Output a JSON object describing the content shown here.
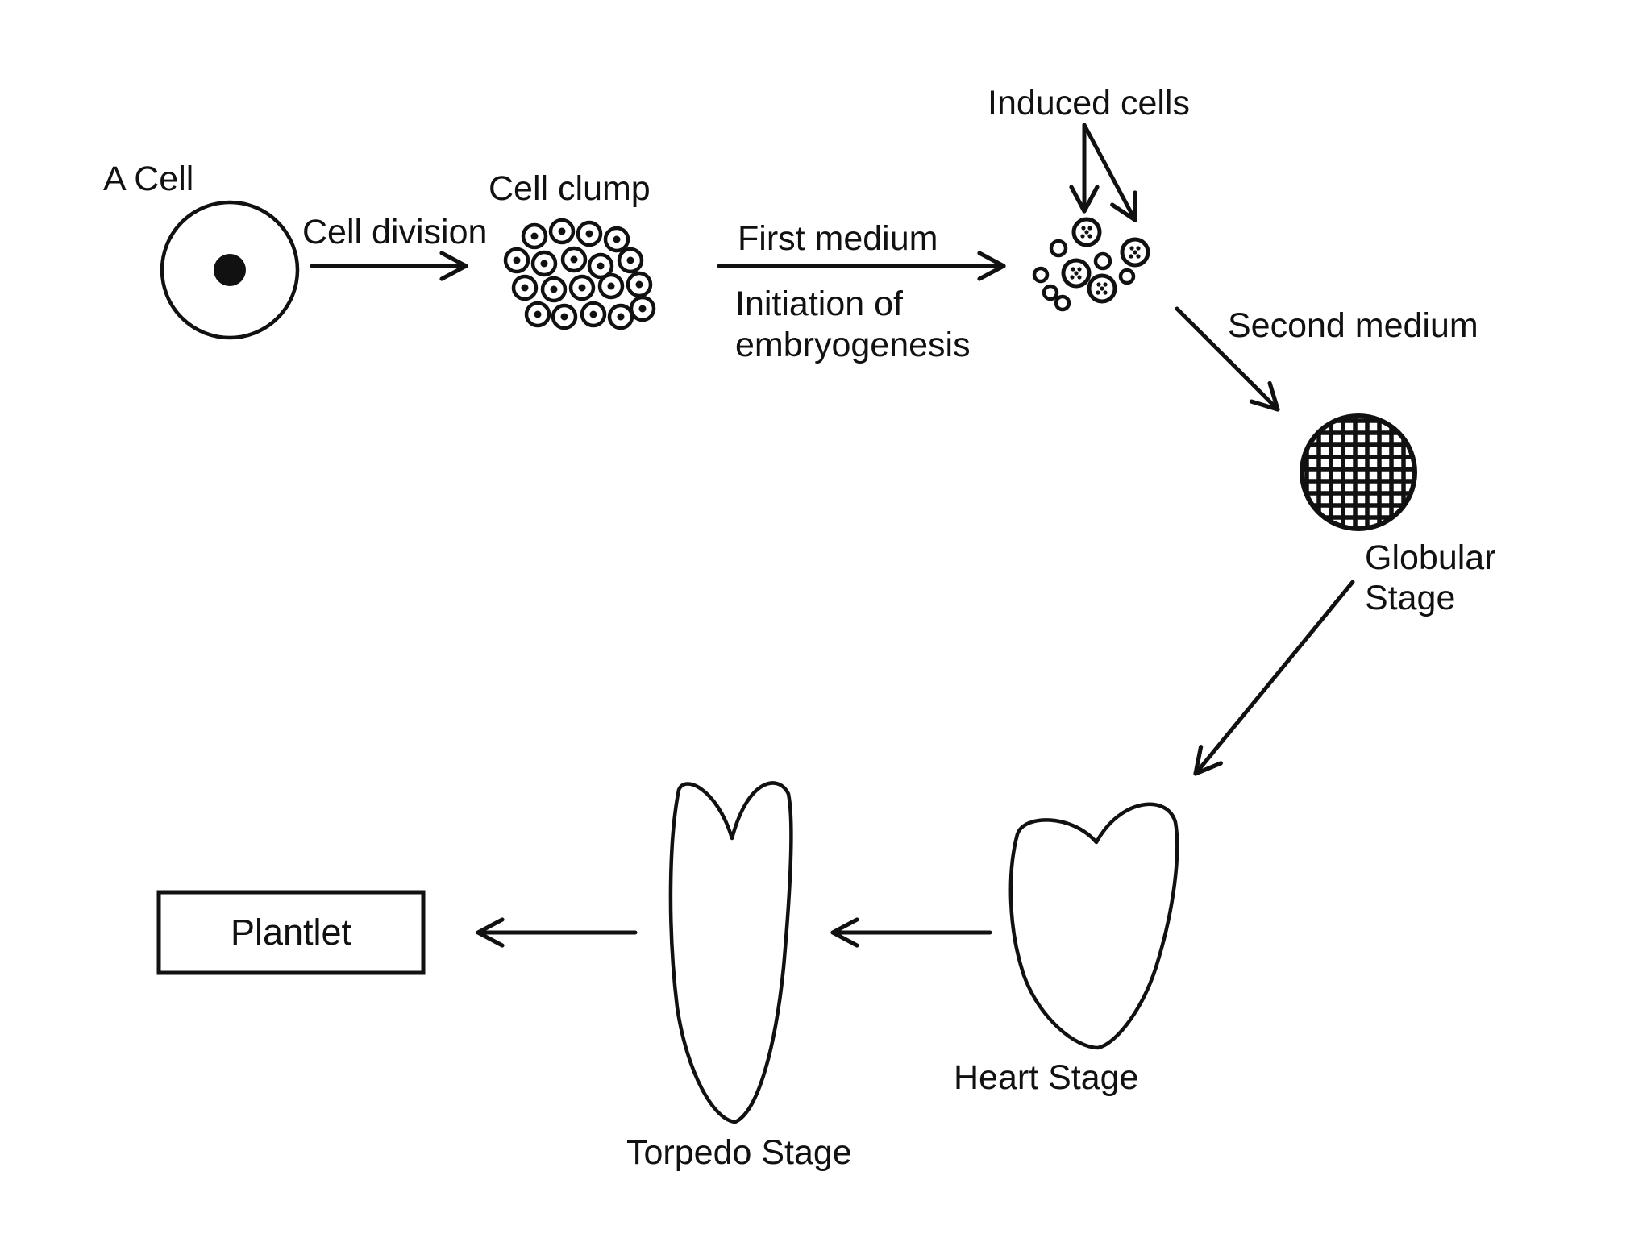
{
  "labels": {
    "a_cell": "A Cell",
    "cell_division": "Cell division",
    "cell_clump": "Cell clump",
    "first_medium": "First medium",
    "initiation_line1": "Initiation of",
    "initiation_line2": "embryogenesis",
    "induced_cells": "Induced cells",
    "second_medium": "Second medium",
    "globular_line1": "Globular",
    "globular_line2": "Stage",
    "heart_stage": "Heart Stage",
    "torpedo_stage": "Torpedo Stage",
    "plantlet": "Plantlet"
  },
  "colors": {
    "ink": "#111111",
    "background": "#ffffff"
  }
}
